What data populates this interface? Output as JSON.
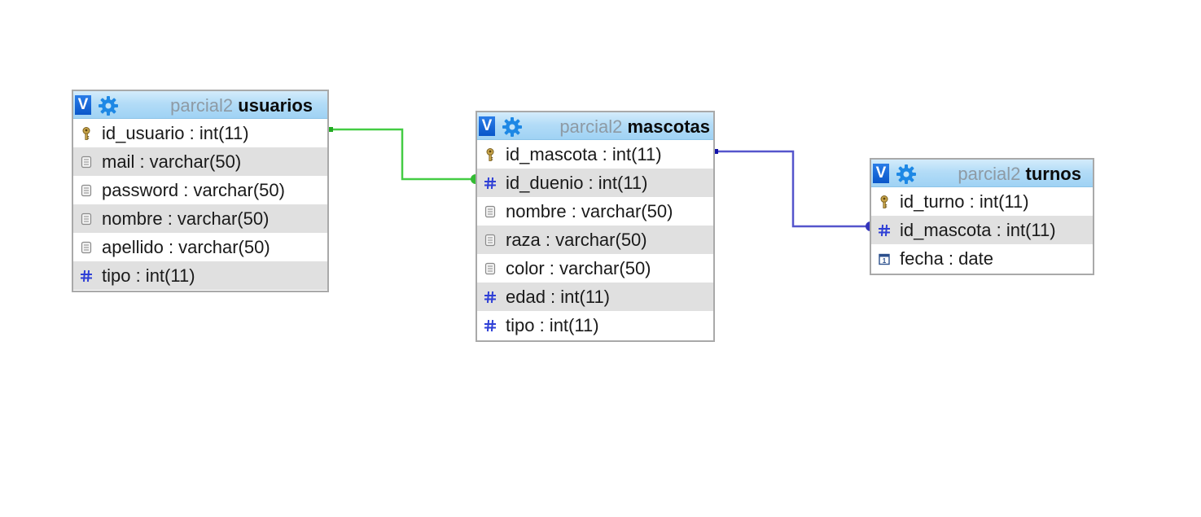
{
  "colors": {
    "relation_usuarios_mascotas": "#44cc44",
    "relation_mascotas_turnos": "#5555cc",
    "header_toggle": "#0a56c9",
    "db_name_text": "#8e9aa4",
    "row_shade": "#e0e0e0"
  },
  "tables": {
    "usuarios": {
      "toggle": "V",
      "db": "parcial2",
      "name": "usuarios",
      "columns": [
        {
          "text": "id_usuario : int(11)",
          "icon": "key-icon"
        },
        {
          "text": "mail : varchar(50)",
          "icon": "text-field-icon"
        },
        {
          "text": "password : varchar(50)",
          "icon": "text-field-icon"
        },
        {
          "text": "nombre : varchar(50)",
          "icon": "text-field-icon"
        },
        {
          "text": "apellido : varchar(50)",
          "icon": "text-field-icon"
        },
        {
          "text": "tipo : int(11)",
          "icon": "numeric-icon"
        }
      ]
    },
    "mascotas": {
      "toggle": "V",
      "db": "parcial2",
      "name": "mascotas",
      "columns": [
        {
          "text": "id_mascota : int(11)",
          "icon": "key-icon"
        },
        {
          "text": "id_duenio : int(11)",
          "icon": "numeric-icon"
        },
        {
          "text": "nombre : varchar(50)",
          "icon": "text-field-icon"
        },
        {
          "text": "raza : varchar(50)",
          "icon": "text-field-icon"
        },
        {
          "text": "color : varchar(50)",
          "icon": "text-field-icon"
        },
        {
          "text": "edad : int(11)",
          "icon": "numeric-icon"
        },
        {
          "text": "tipo : int(11)",
          "icon": "numeric-icon"
        }
      ]
    },
    "turnos": {
      "toggle": "V",
      "db": "parcial2",
      "name": "turnos",
      "columns": [
        {
          "text": "id_turno : int(11)",
          "icon": "key-icon"
        },
        {
          "text": "id_mascota : int(11)",
          "icon": "numeric-icon"
        },
        {
          "text": "fecha : date",
          "icon": "date-icon"
        }
      ]
    }
  }
}
